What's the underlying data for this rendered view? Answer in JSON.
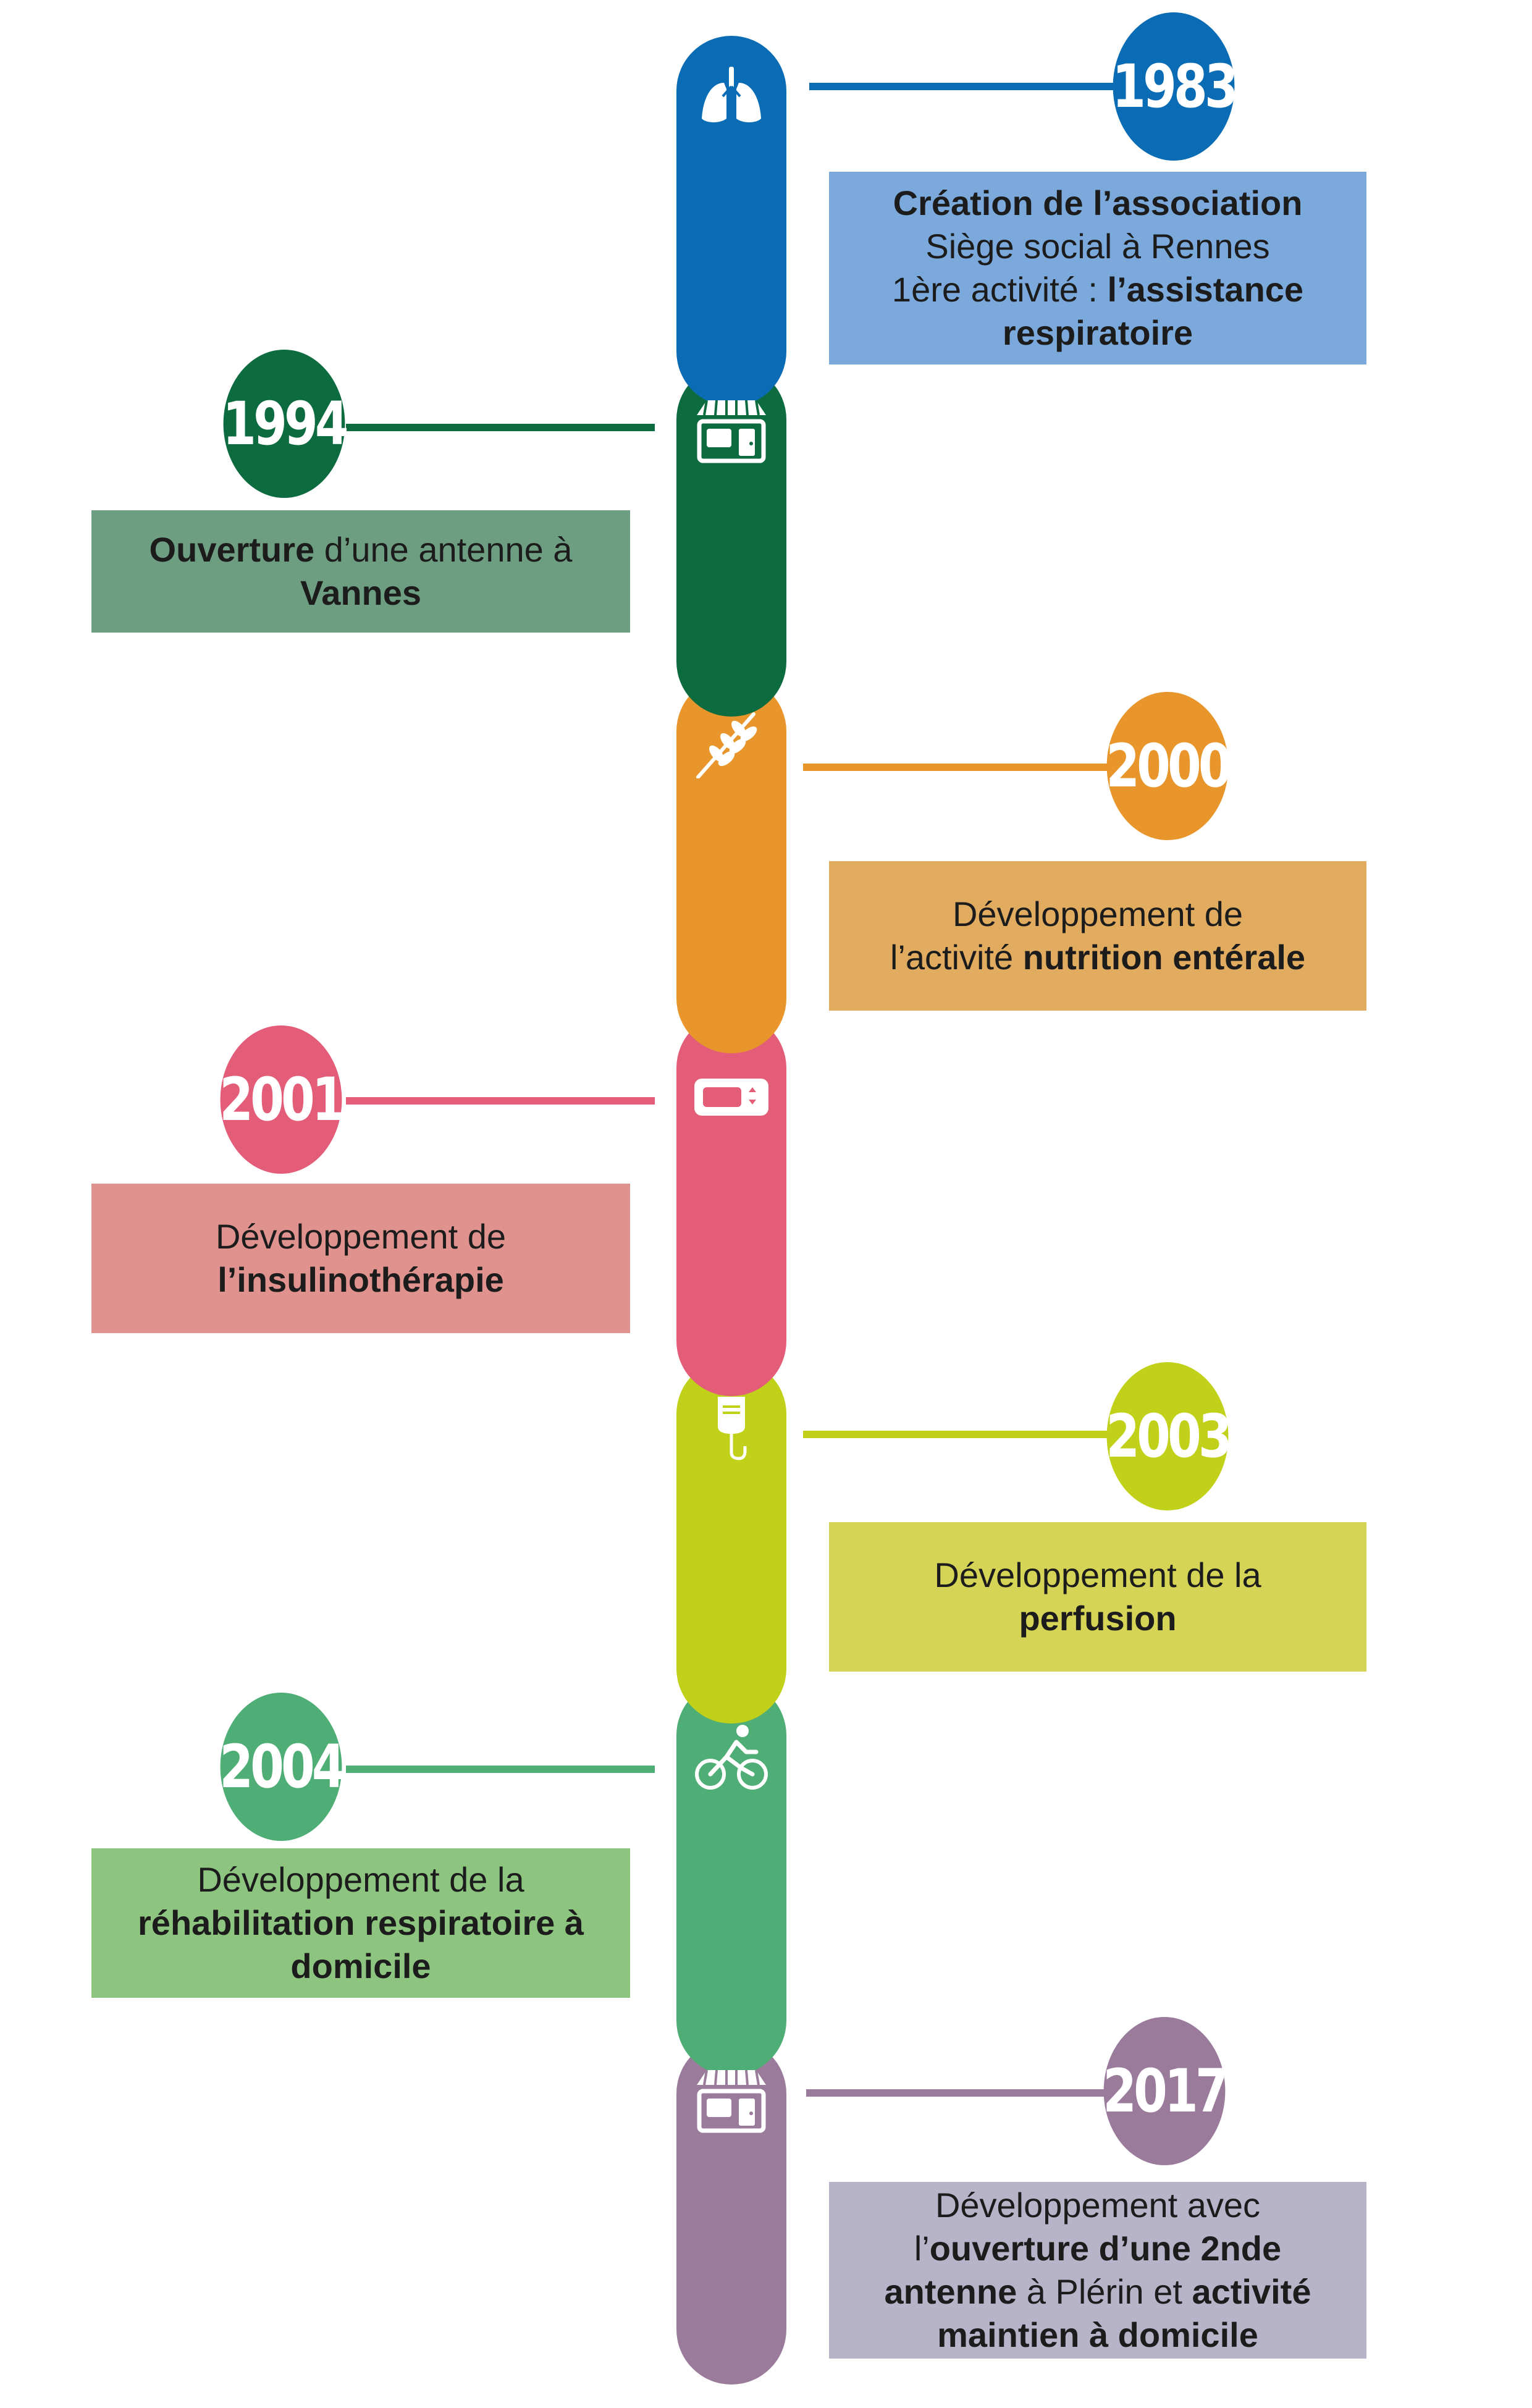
{
  "colors": {
    "blue": "#0a6cb4",
    "blue_box": "#7ba9dc",
    "darkgreen": "#0d6b40",
    "darkgreen_box": "#6e9e82",
    "orange": "#e8962b",
    "orange_box": "#e2ac60",
    "pink": "#e35c78",
    "pink_box": "#e0938e",
    "lime": "#c1d11a",
    "lime_box": "#d5d456",
    "green": "#4fae75",
    "green_box": "#8dc580",
    "purple": "#9a7b9c",
    "purple_box": "#b7b3c8"
  },
  "events": [
    {
      "year": "1983",
      "icon": "lungs-icon",
      "side": "right",
      "lines": [
        [
          {
            "t": "Création de l’association",
            "b": true
          }
        ],
        [
          {
            "t": "Siège social à Rennes",
            "b": false
          }
        ],
        [
          {
            "t": "1ère activité : ",
            "b": false
          },
          {
            "t": "l’assistance",
            "b": true
          }
        ],
        [
          {
            "t": "respiratoire",
            "b": true
          }
        ]
      ]
    },
    {
      "year": "1994",
      "icon": "storefront-icon",
      "side": "left",
      "lines": [
        [
          {
            "t": "Ouverture",
            "b": true
          },
          {
            "t": " d’une antenne à",
            "b": false
          }
        ],
        [
          {
            "t": "Vannes",
            "b": true
          }
        ]
      ]
    },
    {
      "year": "2000",
      "icon": "wheat-icon",
      "side": "right",
      "lines": [
        [
          {
            "t": "Développement de",
            "b": false
          }
        ],
        [
          {
            "t": "l’activité ",
            "b": false
          },
          {
            "t": "nutrition entérale",
            "b": true
          }
        ]
      ]
    },
    {
      "year": "2001",
      "icon": "insulin-pump-icon",
      "side": "left",
      "lines": [
        [
          {
            "t": "Développement de",
            "b": false
          }
        ],
        [
          {
            "t": "l’insulinothérapie",
            "b": true
          }
        ]
      ]
    },
    {
      "year": "2003",
      "icon": "infusion-bag-icon",
      "side": "right",
      "lines": [
        [
          {
            "t": "Développement de la",
            "b": false
          }
        ],
        [
          {
            "t": "perfusion",
            "b": true
          }
        ]
      ]
    },
    {
      "year": "2004",
      "icon": "cyclist-icon",
      "side": "left",
      "lines": [
        [
          {
            "t": "Développement de la",
            "b": false
          }
        ],
        [
          {
            "t": "réhabilitation respiratoire à",
            "b": true
          }
        ],
        [
          {
            "t": "domicile",
            "b": true
          }
        ]
      ]
    },
    {
      "year": "2017",
      "icon": "storefront-icon",
      "side": "right",
      "lines": [
        [
          {
            "t": "Développement avec",
            "b": false
          }
        ],
        [
          {
            "t": "l’",
            "b": false
          },
          {
            "t": "ouverture d’une 2nde",
            "b": true
          }
        ],
        [
          {
            "t": "antenne",
            "b": true
          },
          {
            "t": " à Plérin et ",
            "b": false
          },
          {
            "t": "activité",
            "b": true
          }
        ],
        [
          {
            "t": "maintien à domicile",
            "b": true
          }
        ]
      ]
    }
  ]
}
